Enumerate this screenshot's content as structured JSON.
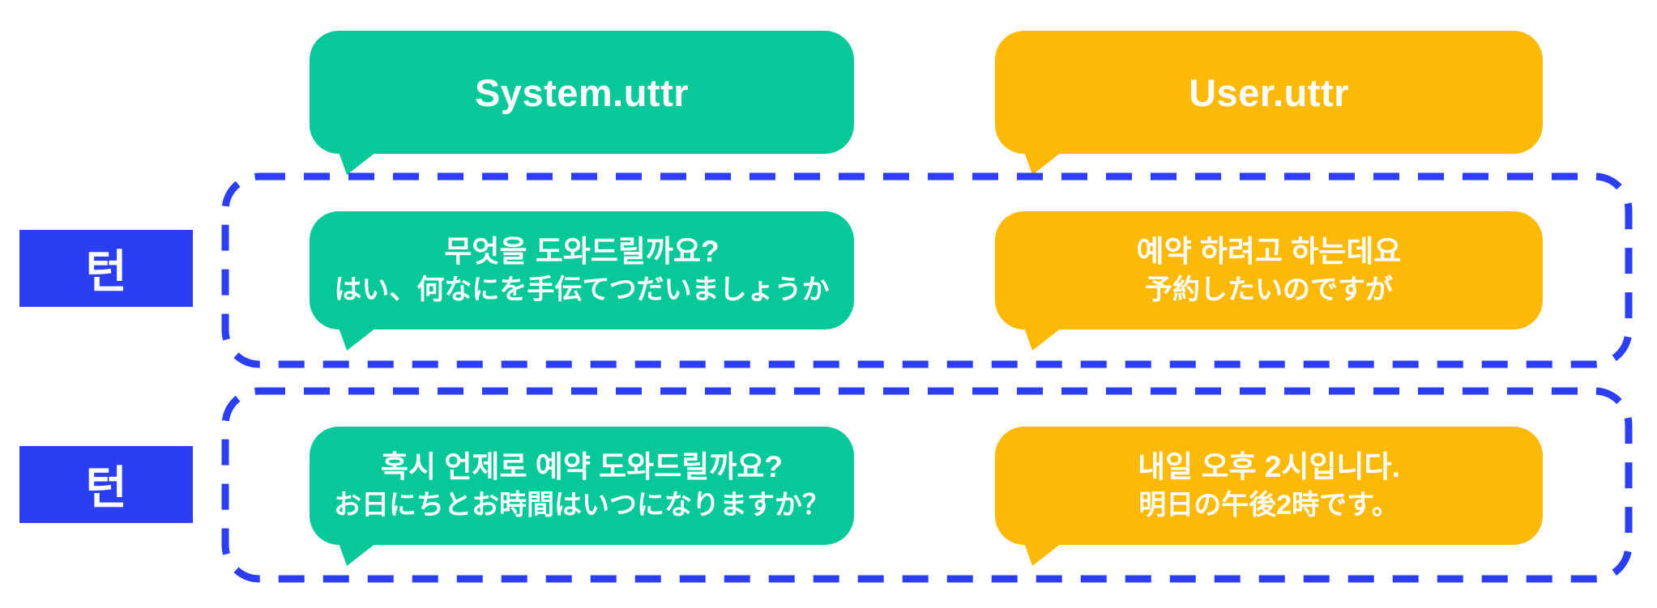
{
  "colors": {
    "system_bubble": "#07C898",
    "user_bubble": "#FCB907",
    "turn_blue": "#2B3EF2",
    "bubble_text": "#FFFFFF"
  },
  "header": {
    "system_label": "System.uttr",
    "user_label": "User.uttr"
  },
  "turns": [
    {
      "label": "턴",
      "system": {
        "line1": "무엇을 도와드릴까요?",
        "line2": "はい、何なにを手伝てつだいましょうか"
      },
      "user": {
        "line1": "예약 하려고 하는데요",
        "line2": "予約したいのですが"
      }
    },
    {
      "label": "턴",
      "system": {
        "line1": "혹시 언제로 예약 도와드릴까요?",
        "line2": "お日にちとお時間はいつになりますか？"
      },
      "user": {
        "line1": "내일 오후 2시입니다.",
        "line2": "明日の午後2時です。"
      }
    }
  ]
}
